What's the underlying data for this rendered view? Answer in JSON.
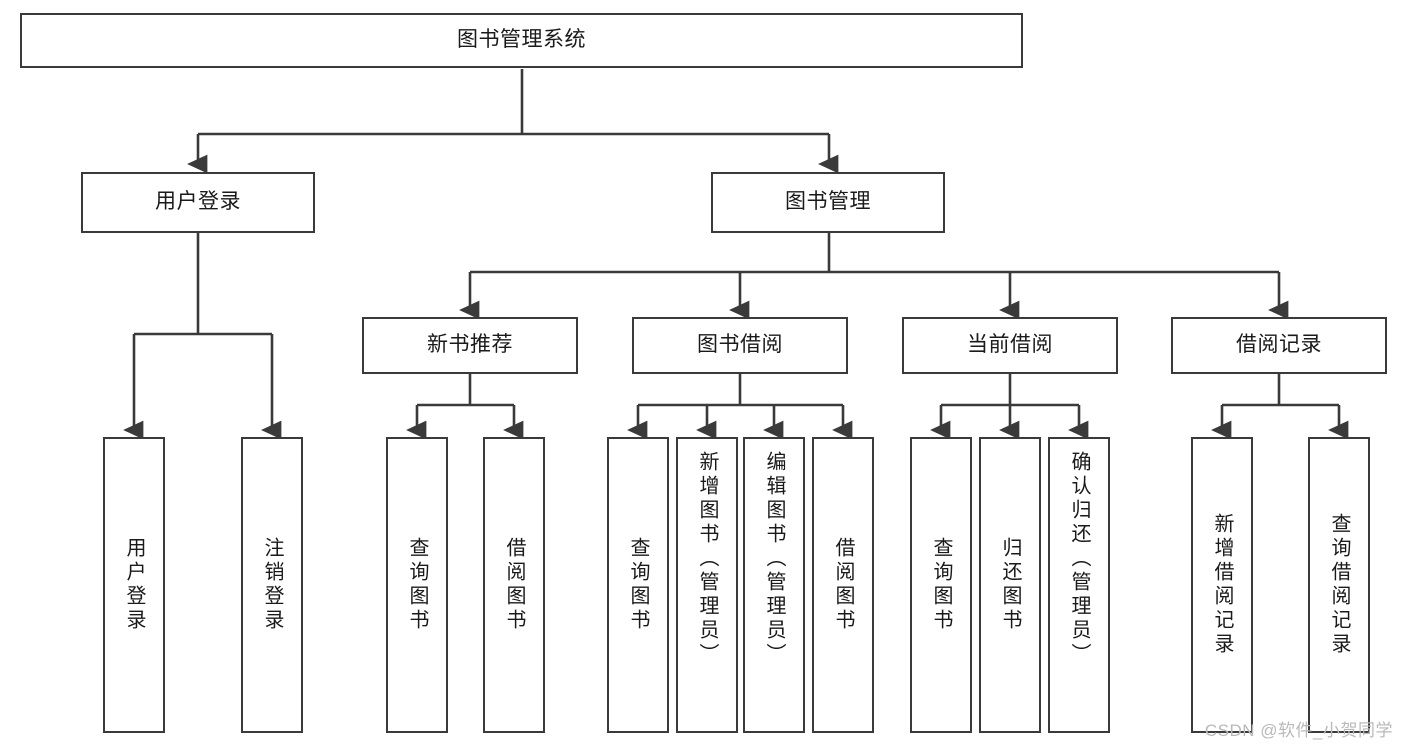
{
  "diagram": {
    "title": "图书管理系统",
    "watermark": "CSDN @软件_小贺同学",
    "colors": {
      "box_border": "#3a3a3a",
      "edge": "#3a3a3a",
      "background": "#ffffff",
      "text": "#1a1a1a",
      "watermark": "#b9b9b9"
    },
    "levels": {
      "root": {
        "label": "图书管理系统"
      },
      "level2": [
        {
          "id": "user-login",
          "label": "用户登录"
        },
        {
          "id": "book-manage",
          "label": "图书管理"
        }
      ],
      "level3": [
        {
          "id": "new-book-recommend",
          "label": "新书推荐"
        },
        {
          "id": "book-borrow",
          "label": "图书借阅"
        },
        {
          "id": "current-borrow",
          "label": "当前借阅"
        },
        {
          "id": "borrow-record",
          "label": "借阅记录"
        }
      ],
      "leaves": {
        "user-login": [
          {
            "id": "leaf-user-login",
            "label": "用户登录"
          },
          {
            "id": "leaf-logout-login",
            "label": "注销登录"
          }
        ],
        "new-book-recommend": [
          {
            "id": "leaf-query-book-1",
            "label": "查询图书"
          },
          {
            "id": "leaf-borrow-book-1",
            "label": "借阅图书"
          }
        ],
        "book-borrow": [
          {
            "id": "leaf-query-book-2",
            "label": "查询图书"
          },
          {
            "id": "leaf-add-book",
            "label": "新增图书（管理员）"
          },
          {
            "id": "leaf-edit-book",
            "label": "编辑图书（管理员）"
          },
          {
            "id": "leaf-borrow-book-2",
            "label": "借阅图书"
          }
        ],
        "current-borrow": [
          {
            "id": "leaf-query-book-3",
            "label": "查询图书"
          },
          {
            "id": "leaf-return-book",
            "label": "归还图书"
          },
          {
            "id": "leaf-confirm-return",
            "label": "确认归还（管理员）"
          }
        ],
        "borrow-record": [
          {
            "id": "leaf-add-record",
            "label": "新增借阅记录"
          },
          {
            "id": "leaf-query-record",
            "label": "查询借阅记录"
          }
        ]
      }
    }
  }
}
